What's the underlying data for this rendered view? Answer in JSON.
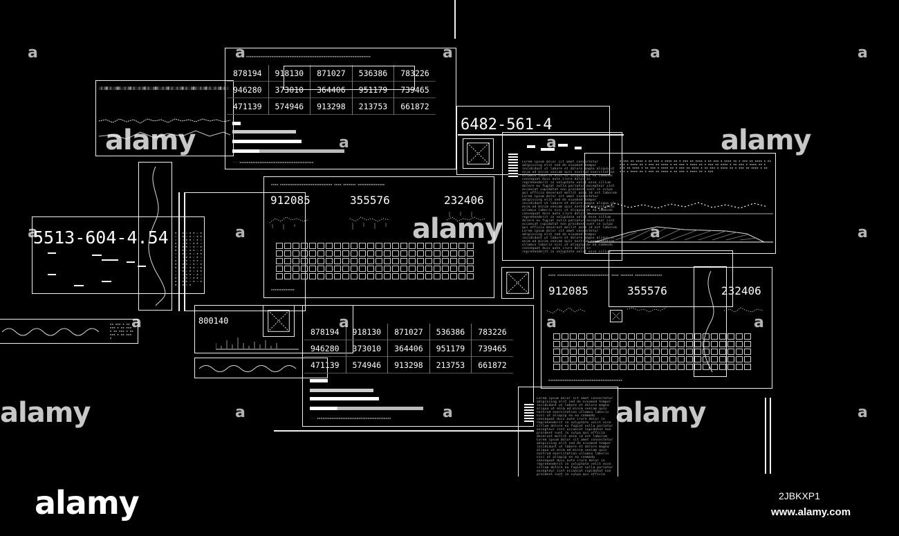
{
  "codes": {
    "code_left": "5513-604-4.54",
    "code_top": "6482-561-4",
    "small_value": "800140"
  },
  "table_top": {
    "rows": [
      [
        "878194",
        "918130",
        "871027",
        "536386",
        "783226"
      ],
      [
        "946280",
        "373010",
        "364406",
        "951179",
        "739465"
      ],
      [
        "471139",
        "574946",
        "913298",
        "213753",
        "661872"
      ]
    ]
  },
  "table_bottom": {
    "rows": [
      [
        "878194",
        "918130",
        "871027",
        "536386",
        "783226"
      ],
      [
        "946280",
        "373010",
        "364406",
        "951179",
        "739465"
      ],
      [
        "471139",
        "574946",
        "913298",
        "213753",
        "661872"
      ]
    ]
  },
  "metrics_center": [
    "912085",
    "355576",
    "232406"
  ],
  "metrics_right": [
    "912085",
    "355576",
    "232406"
  ],
  "watermark": {
    "brand": "alamy",
    "image_id": "2JBKXP1",
    "site": "www.alamy.com"
  },
  "colors": {
    "background": "#000000",
    "foreground": "#ffffff"
  }
}
